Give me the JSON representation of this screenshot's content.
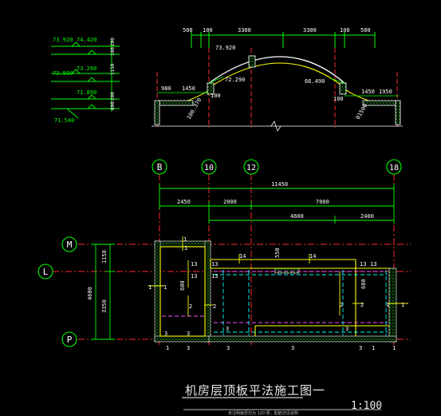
{
  "drawing": {
    "title": "机房层顶板平法施工图一",
    "scale": "1:100",
    "note": "未注明板厚均为 120 厚，配筋详见说明"
  },
  "colors": {
    "background": "#000000",
    "axis_line": "#ff2a2a",
    "axis_bubble": "#00ff00",
    "dimension": "#00ff00",
    "slab_edge": "#ffff00",
    "hatch": "#33ff33",
    "rebar_dashed": "#00ffff",
    "beam_magenta": "#ff55ff",
    "annotation_text": "#ffffff"
  },
  "section": {
    "top_dims": [
      "500",
      "100",
      "3300",
      "3300",
      "100",
      "500"
    ],
    "level_stack": [
      "74.420",
      "73.920",
      "73.290",
      "72.590",
      "71.890",
      "71.540"
    ],
    "stack_dims": [
      "200",
      "100",
      "1150",
      "200",
      "800"
    ],
    "elevations": {
      "crown": "73.920",
      "left": "72.290",
      "right": "66.490"
    },
    "dims": {
      "left_outer": "980",
      "left_inner": "1450",
      "right_inner": "1450",
      "right_outer": "1950"
    },
    "small_labels": {
      "left_col": "100",
      "right_col": "100",
      "left_slope": "100.370",
      "right_slope": "01500"
    }
  },
  "plan": {
    "axes_x": [
      "B",
      "10",
      "12",
      "18"
    ],
    "axes_y": [
      "M",
      "L",
      "P"
    ],
    "dim_total": "11450",
    "dim_row1": [
      "2450",
      "2000",
      "7000"
    ],
    "dim_row2": [
      "4600",
      "2400"
    ],
    "dim_left_row1": [
      "1150",
      "3350"
    ],
    "dim_left_total": "4600",
    "labels": {
      "top": [
        "1",
        "1",
        "1",
        "1",
        "1",
        "1"
      ],
      "marks13": [
        "13",
        "13",
        "13",
        "13",
        "13",
        "13"
      ],
      "marks14": [
        "14",
        "14"
      ],
      "marks3": [
        "3",
        "3"
      ],
      "marks31": [
        "3",
        "3",
        "3",
        "3",
        "3",
        "3",
        "3",
        "3"
      ],
      "marks11": [
        "1",
        "1",
        "1",
        "1"
      ],
      "m1": [
        "1",
        "1",
        "1",
        "1"
      ],
      "m2": [
        "2",
        "2",
        "2",
        "2"
      ],
      "dims": {
        "d550": "550",
        "d600": "600",
        "d680": "680"
      }
    }
  }
}
